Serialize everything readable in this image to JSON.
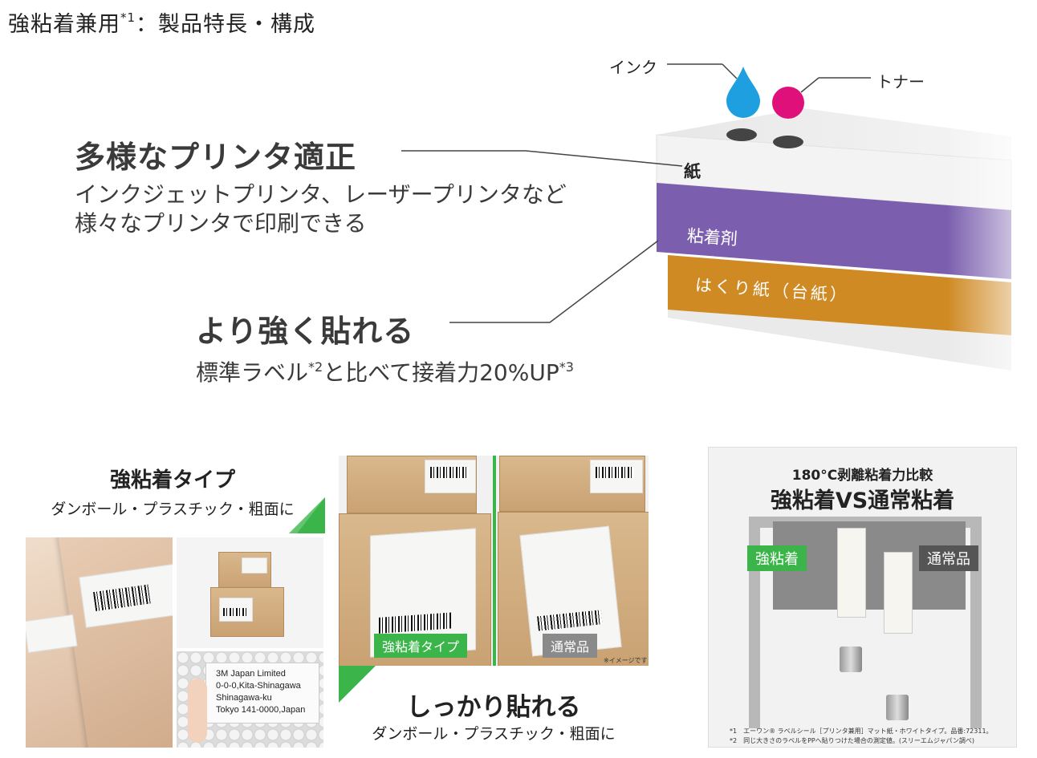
{
  "page": {
    "title_main": "強粘着兼用",
    "title_sup": "*1",
    "title_rest": "：製品特長・構成"
  },
  "feature1": {
    "heading": "多様なプリンタ適正",
    "line1": "インクジェットプリンタ、レーザープリンタなど",
    "line2": "様々なプリンタで印刷できる"
  },
  "feature2": {
    "heading": "より強く貼れる",
    "desc_a": "標準ラベル",
    "sup_a": "*2",
    "desc_b": "と比べて接着力20%UP",
    "sup_b": "*3"
  },
  "diagram": {
    "ink_label": "インク",
    "toner_label": "トナー",
    "layer_paper": "紙",
    "layer_adhesive": "粘着剤",
    "layer_liner": "はくり紙（台紙）",
    "colors": {
      "ink": "#1ea0e0",
      "toner": "#e0107a",
      "adhesive": "#7b5fae",
      "liner": "#cf8a24"
    }
  },
  "panel1": {
    "title": "強粘着タイプ",
    "subtitle": "ダンボール・プラスチック・粗面に",
    "address_lines": [
      "3M Japan  Limited",
      "0-0-0,Kita-Shinagawa",
      "Shinagawa-ku",
      "Tokyo 141-0000,Japan"
    ]
  },
  "panel2": {
    "tag_strong": "強粘着タイプ",
    "tag_normal": "通常品",
    "image_note": "※イメージです",
    "title": "しっかり貼れる",
    "subtitle": "ダンボール・プラスチック・粗面に"
  },
  "panel3": {
    "title_small": "180°C剥離粘着力比較",
    "title_big": "強粘着VS通常粘着",
    "tag_strong": "強粘着",
    "tag_normal": "通常品",
    "note1": "*1　エーワン® ラベルシール［プリンタ兼用］マット紙・ホワイトタイプ。品番:72311。",
    "note2": "*2　同じ大きさのラベルをPPへ貼りつけた場合の測定値。(スリーエムジャパン調べ)"
  }
}
